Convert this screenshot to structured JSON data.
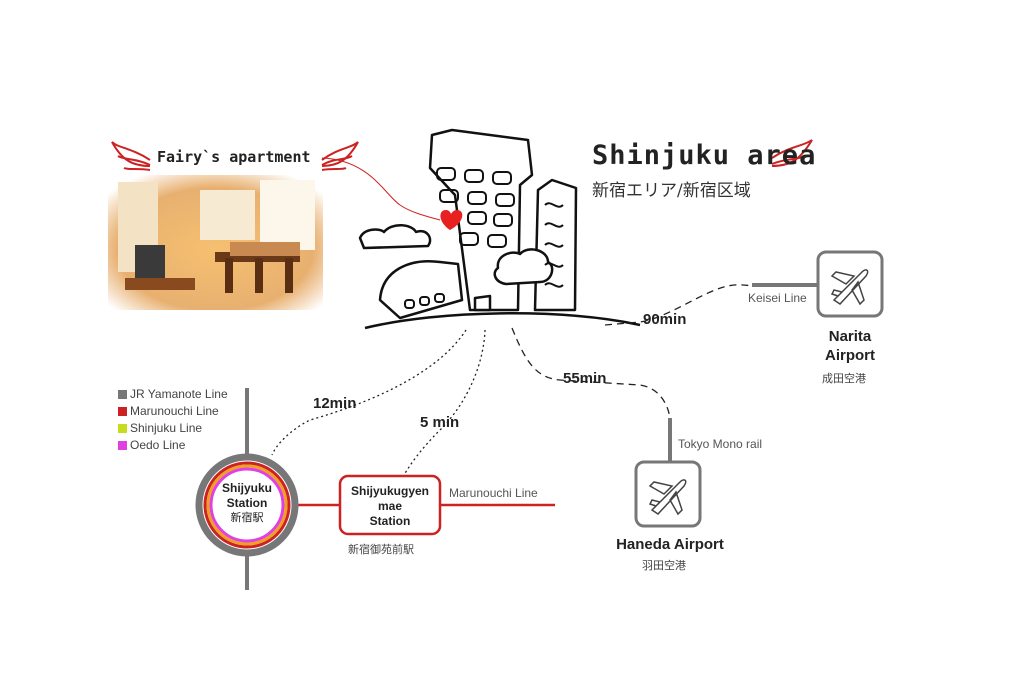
{
  "header": {
    "title": "Shinjuku area",
    "subtitle": "新宿エリア/新宿区域"
  },
  "apartment": {
    "label": "Fairy`s apartment"
  },
  "legend": [
    {
      "label": "JR Yamanote Line",
      "color": "#777777"
    },
    {
      "label": "Marunouchi Line",
      "color": "#cc2222"
    },
    {
      "label": "Shinjuku Line",
      "color": "#c8dc1e"
    },
    {
      "label": "Oedo Line",
      "color": "#e040e0"
    }
  ],
  "stations": {
    "shinjuku": {
      "name_line1": "Shijyuku",
      "name_line2": "Station",
      "name_jp": "新宿駅"
    },
    "gyoen": {
      "name_line1": "Shijyukugyen",
      "name_line2": "mae",
      "name_line3": "Station",
      "name_jp": "新宿御苑前駅",
      "line": "Marunouchi Line"
    }
  },
  "airports": {
    "narita": {
      "line1": "Narita",
      "line2": "Airport",
      "jp": "成田空港",
      "rail": "Keisei Line",
      "time": "90min"
    },
    "haneda": {
      "line1": "Haneda Airport",
      "jp": "羽田空港",
      "rail": "Tokyo Mono rail",
      "time": "55min"
    }
  },
  "routes": {
    "to_shinjuku": "12min",
    "to_gyoen": "5 min"
  },
  "colors": {
    "red": "#cc2222",
    "gray": "#777777",
    "yellow": "#c8dc1e",
    "magenta": "#e040e0",
    "orange": "#f0a020"
  }
}
